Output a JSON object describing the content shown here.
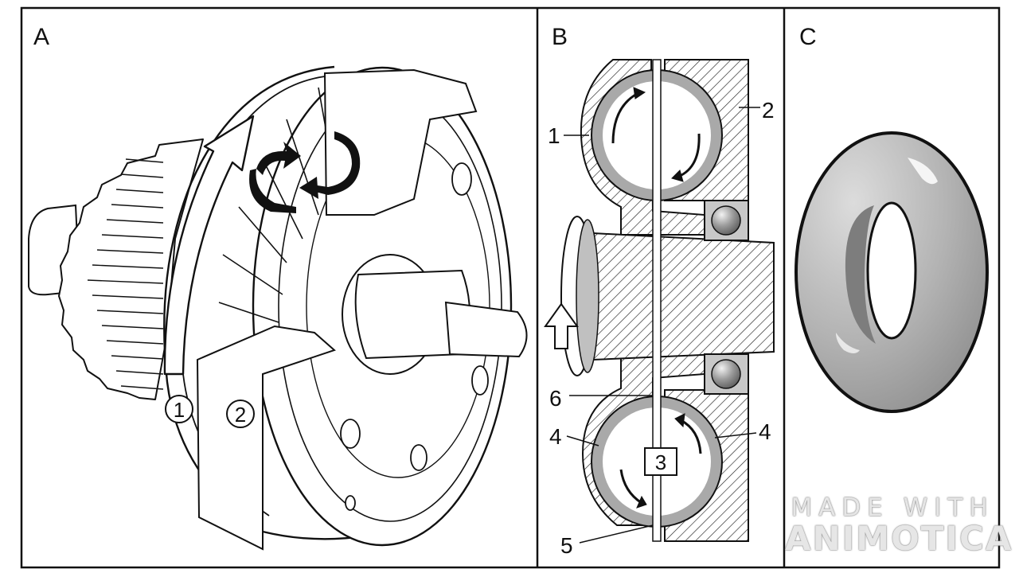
{
  "panels": {
    "a": {
      "letter": "A",
      "labels": [
        "1",
        "2"
      ]
    },
    "b": {
      "letter": "B",
      "labels": [
        "1",
        "2",
        "3",
        "4",
        "4",
        "5",
        "6"
      ]
    },
    "c": {
      "letter": "C"
    }
  },
  "watermark": {
    "line1": "MADE WITH",
    "line2": "ANIMOTICA"
  },
  "colors": {
    "stroke": "#111111",
    "fill_gray": "#a9a9a9",
    "fill_light": "#d6d6d6",
    "background": "#ffffff"
  }
}
